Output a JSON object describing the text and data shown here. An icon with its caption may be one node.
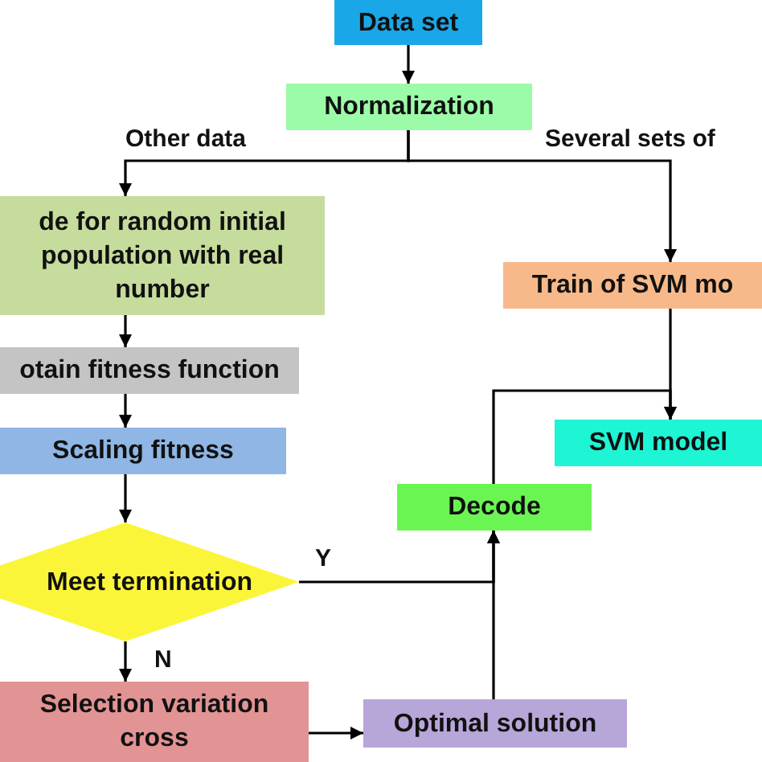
{
  "diagram": {
    "nodes": [
      {
        "text": [
          "Data set"
        ]
      },
      {
        "text": [
          "Normalization"
        ]
      },
      {
        "text": [
          "de for random initial population with real number"
        ]
      },
      {
        "text": [
          "Train of SVM mo"
        ]
      },
      {
        "text": [
          "otain fitness function"
        ]
      },
      {
        "text": [
          "Scaling fitness"
        ]
      },
      {
        "text": [
          "SVM model"
        ]
      },
      {
        "text": [
          "Decode"
        ]
      },
      {
        "text": [
          "Meet termination"
        ]
      },
      {
        "text": [
          "Selection variation cross"
        ]
      },
      {
        "text": [
          "Optimal solution"
        ]
      }
    ],
    "edges": [
      {
        "from": 0,
        "to": 1,
        "arrow": "to"
      },
      {
        "from": 1,
        "to": 2,
        "arrow": "to",
        "label": "Other data"
      },
      {
        "from": 1,
        "to": 3,
        "arrow": "to",
        "label": "Several sets of"
      },
      {
        "from": 2,
        "to": 4,
        "arrow": "to"
      },
      {
        "from": 4,
        "to": 5,
        "arrow": "to"
      },
      {
        "from": 5,
        "to": 8,
        "arrow": "to"
      },
      {
        "from": 8,
        "to": 9,
        "arrow": "to",
        "label": "N"
      },
      {
        "from": 8,
        "to": 7,
        "arrow": "to",
        "label": "Y"
      },
      {
        "from": 9,
        "to": 10,
        "arrow": "to"
      },
      {
        "from": 10,
        "to": 7,
        "arrow": "to"
      },
      {
        "from": 7,
        "to": 6,
        "arrow": "to"
      },
      {
        "from": 3,
        "to": 6,
        "arrow": "to"
      }
    ]
  }
}
